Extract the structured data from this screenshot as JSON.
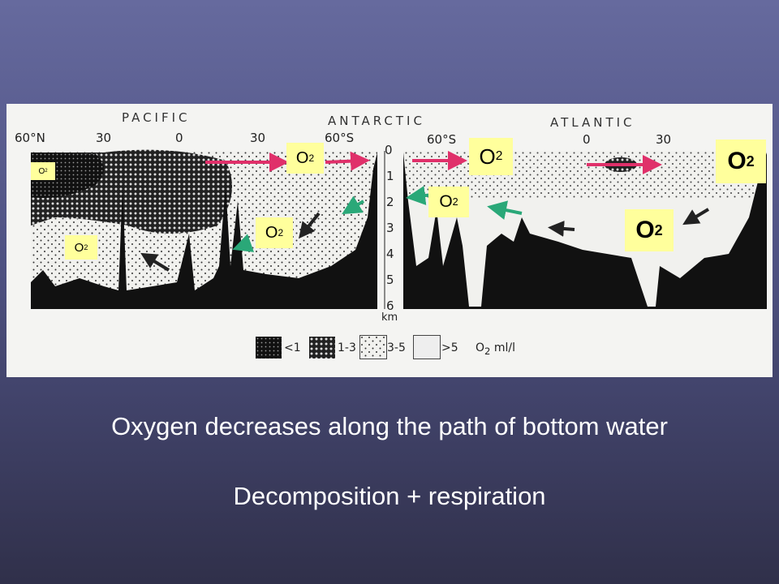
{
  "diagram": {
    "regions": [
      "PACIFIC",
      "ANTARCTIC",
      "ATLANTIC"
    ],
    "pacific_lat_ticks": [
      "60°N",
      "30",
      "0",
      "30",
      "60°S"
    ],
    "atlantic_lat_ticks": [
      "60°S",
      "0",
      "30"
    ],
    "depth_ticks": [
      "0",
      "1",
      "2",
      "3",
      "4",
      "5",
      "6"
    ],
    "depth_unit": "km",
    "o2_label": "O",
    "o2_sub": "2",
    "legend": {
      "items": [
        "<1",
        "1-3",
        "3-5",
        ">5"
      ],
      "unit": "O2 ml/l",
      "unit_main": "O",
      "unit_sub": "2",
      "unit_rest": " ml/l"
    },
    "colors": {
      "flow_arrow": "#e0306a",
      "bottom_arrow": "#2aa878",
      "label_bg": "#ffff9c"
    }
  },
  "caption": {
    "line1": "Oxygen decreases along the path of bottom water",
    "line2": "Decomposition + respiration"
  }
}
